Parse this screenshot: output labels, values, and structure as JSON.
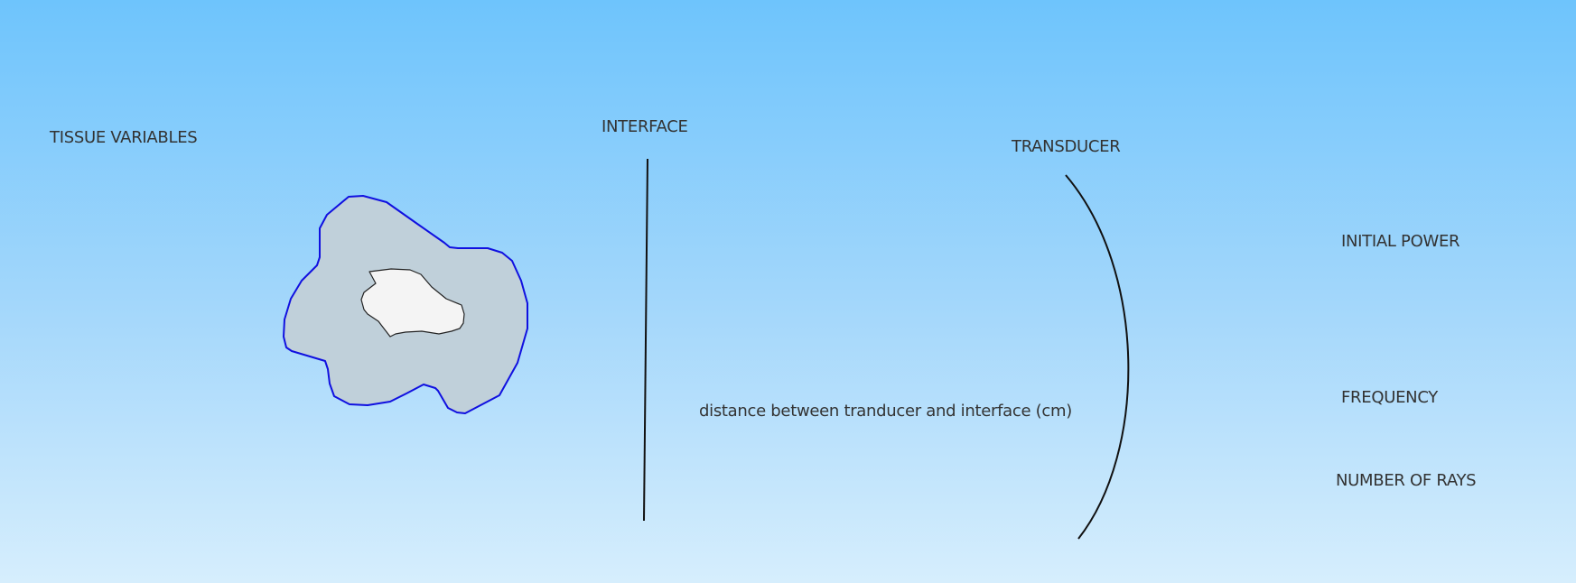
{
  "labels": {
    "tissue_variables": "TISSUE VARIABLES",
    "interface": "INTERFACE",
    "transducer": "TRANSDUCER",
    "initial_power": "INITIAL POWER",
    "frequency": "FREQUENCY",
    "number_of_rays": "NUMBER OF RAYS",
    "distance": "distance between tranducer and interface (cm)"
  },
  "colors": {
    "tissue_fill": "#c0d0da",
    "tissue_outline": "#1010e0",
    "inner_fill": "#f4f4f4",
    "line": "#111111"
  }
}
